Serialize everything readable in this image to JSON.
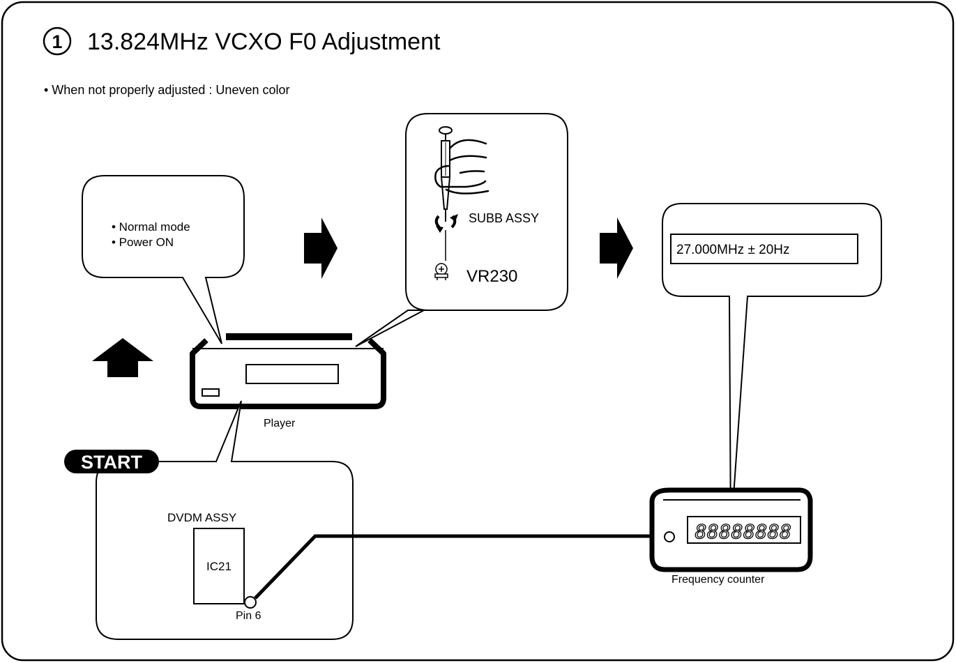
{
  "title": {
    "step_number": "1",
    "text": "13.824MHz VCXO F0 Adjustment"
  },
  "note": "• When not properly adjusted : Uneven color",
  "condition_box": {
    "lines": [
      "• Normal mode",
      "• Power ON"
    ]
  },
  "adjust_box": {
    "assembly": "SUBB ASSY",
    "control": "VR230"
  },
  "target_box": {
    "value": "27.000MHz ± 20Hz"
  },
  "player": {
    "label": "Player"
  },
  "start": {
    "badge": "START",
    "assembly": "DVDM ASSY",
    "ic": "IC21",
    "pin": "Pin 6"
  },
  "counter": {
    "display": "88888888",
    "label": "Frequency counter"
  }
}
